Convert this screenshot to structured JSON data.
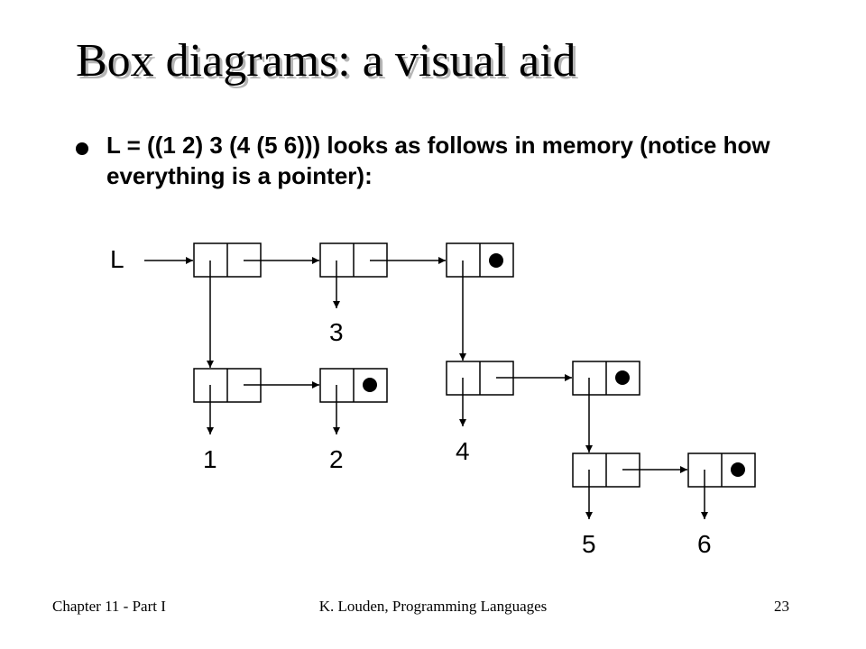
{
  "slide": {
    "title": "Box diagrams: a visual aid",
    "bullet": "L = ((1 2) 3 (4 (5 6))) looks as follows in memory (notice how everything is a pointer):"
  },
  "diagram": {
    "variable_label": "L",
    "atoms": [
      "3",
      "1",
      "2",
      "4",
      "5",
      "6"
    ]
  },
  "footer": {
    "left": "Chapter 11 - Part I",
    "center": "K. Louden, Programming Languages",
    "page": "23"
  }
}
